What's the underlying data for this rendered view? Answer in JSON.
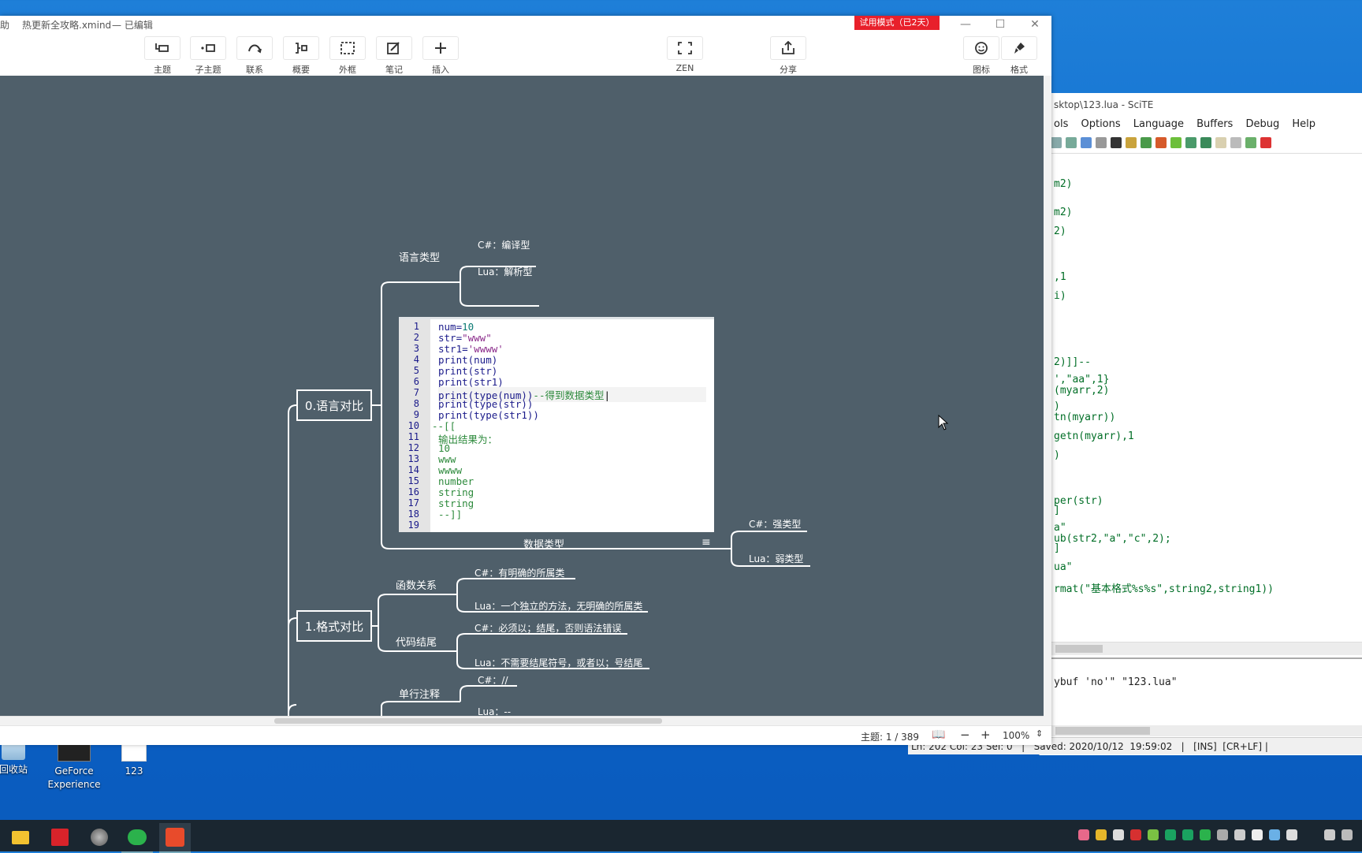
{
  "desktop": {
    "icons": [
      {
        "label": "回收站"
      },
      {
        "label": "GeForce Experience"
      },
      {
        "label": "123"
      }
    ]
  },
  "scite": {
    "title": "sktop\\123.lua - SciTE",
    "menu": [
      "ols",
      "Options",
      "Language",
      "Buffers",
      "Debug",
      "Help"
    ],
    "code_lines": [
      "m2)",
      "m2)",
      "2)",
      ",1",
      "i)",
      "2)]]--",
      "',\"aa\",1}",
      "(myarr,2)",
      ")",
      "tn(myarr))",
      "getn(myarr),1",
      ")",
      "per(str)",
      "]",
      "a\"",
      "ub(str2,\"a\",\"c\",2);",
      "]",
      "ua\"",
      "rmat(\"基本格式%s%s\",string2,string1))"
    ],
    "output": "ybuf 'no'\" \"123.lua\"",
    "status": "Ln: 202 Col: 23 Sel: 0   |   Saved: 2020/10/12  19:59:02   |   [INS]  [CR+LF] |"
  },
  "xmind": {
    "title_prefix": "助",
    "file_name": "热更新全攻略.xmind",
    "edit_state": "— 已编辑",
    "trial_badge": "试用模式（已2天）",
    "toolbar": {
      "topic": "主题",
      "subtopic": "子主题",
      "relation": "联系",
      "summary": "概要",
      "boundary": "外框",
      "note": "笔记",
      "insert": "插入",
      "zen": "ZEN",
      "share": "分享",
      "icon": "图标",
      "format": "格式"
    },
    "map": {
      "lang_compare": "0.语言对比",
      "lang_type": "语言类型",
      "csharp_compiled": "C#：编译型",
      "lua_interpreted": "Lua：解析型",
      "data_type": "数据类型",
      "csharp_strong": "C#：强类型",
      "lua_weak": "Lua：弱类型",
      "format_compare": "1.格式对比",
      "func_relation": "函数关系",
      "csharp_func": "C#：有明确的所属类",
      "lua_func": "Lua：一个独立的方法，无明确的所属类",
      "code_end": "代码结尾",
      "csharp_end": "C#：必须以；结尾，否则语法错误",
      "lua_end": "Lua：不需要结尾符号，或者以；号结尾",
      "line_comment": "单行注释",
      "csharp_comment": "C#：//",
      "lua_comment": "Lua：--"
    },
    "code": {
      "line_numbers": [
        "1",
        "2",
        "3",
        "4",
        "5",
        "6",
        "7",
        "8",
        "9",
        "10",
        "11",
        "12",
        "13",
        "14",
        "15",
        "16",
        "17",
        "18",
        "19"
      ],
      "l1a": "num=",
      "l1b": "10",
      "l2a": "str=",
      "l2b": "\"www\"",
      "l3a": "str1=",
      "l3b": "'wwww'",
      "l4": "print(num)",
      "l5": "print(str)",
      "l6": "print(str1)",
      "l7a": "print(type(num))",
      "l7b": "--得到数据类型",
      "l8": "print(type(str))",
      "l9": "print(type(str1))",
      "l10": "--[[",
      "l11": "输出结果为：",
      "l12": "10",
      "l13": "www",
      "l14": "wwww",
      "l15": "number",
      "l16": "string",
      "l17": "string",
      "l18": "--]]"
    },
    "status": {
      "topic_count": "主题: 1 / 389",
      "zoom": "100%"
    }
  },
  "colors": {
    "canvas_bg": "#4f5f6a",
    "trial_red": "#e8202b",
    "taskbar_bg": "#1a2630"
  }
}
